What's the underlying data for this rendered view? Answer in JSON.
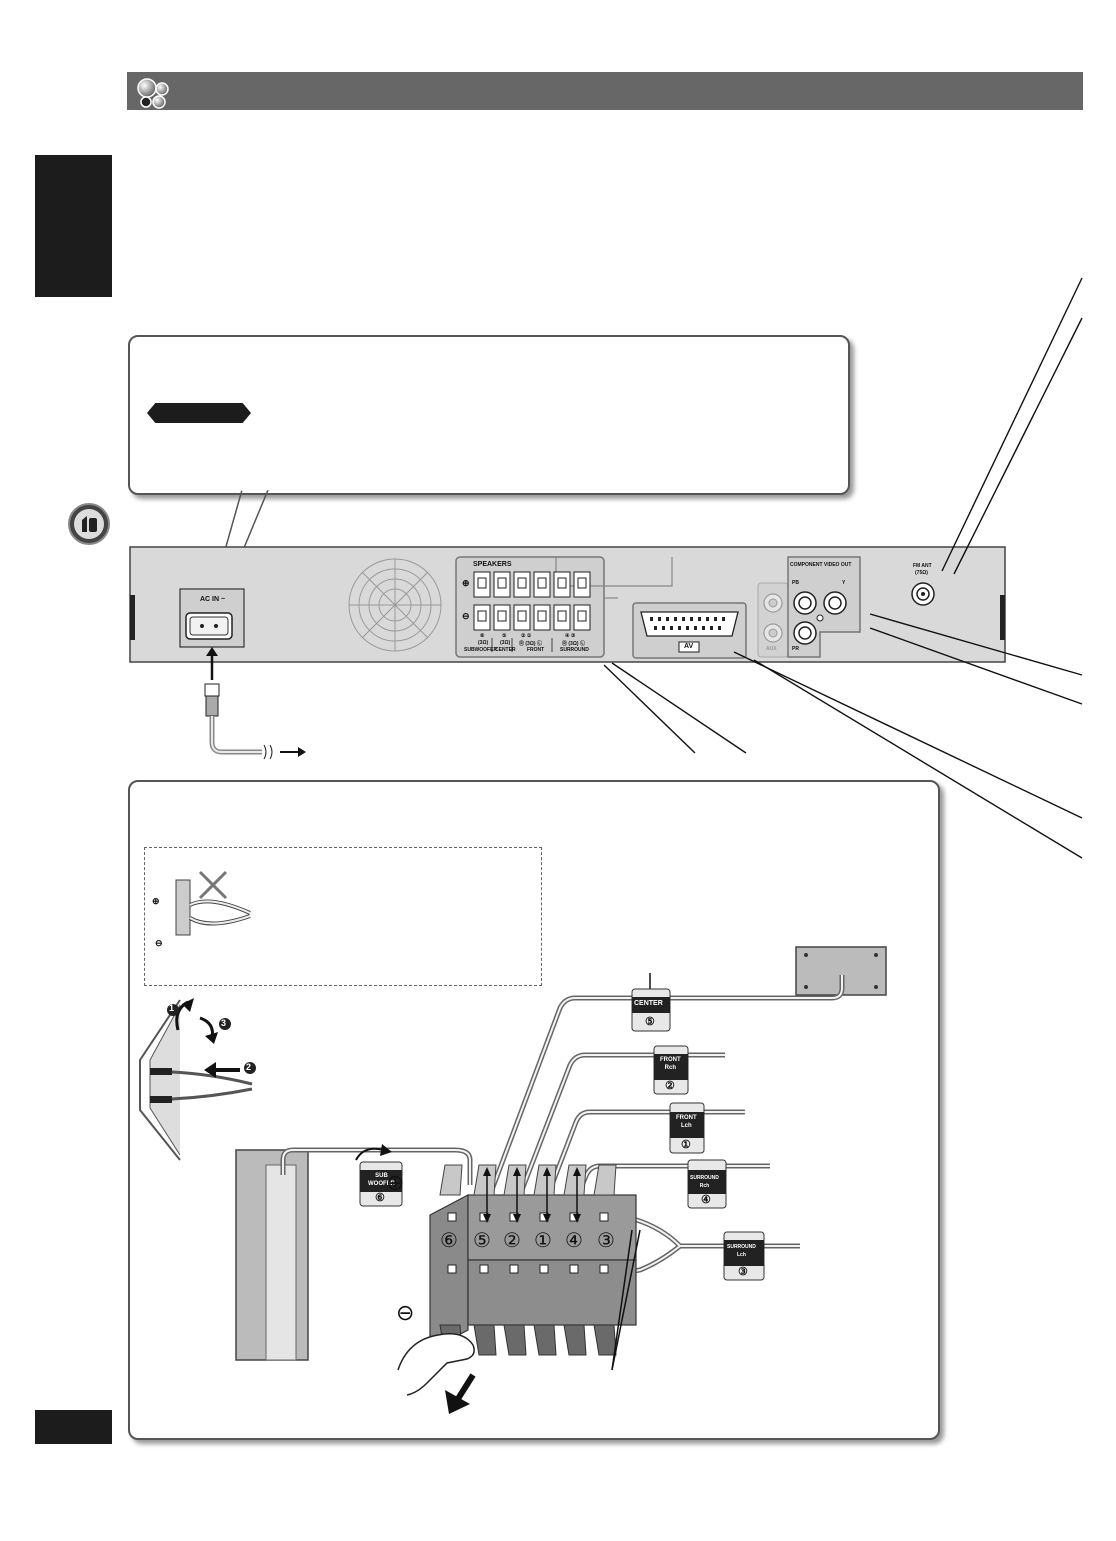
{
  "header": {
    "icon": "circles-logo-icon"
  },
  "rear_panel": {
    "ac_in": "AC IN ~",
    "speakers_title": "SPEAKERS",
    "plus_symbol": "⊕",
    "minus_symbol": "⊖",
    "channels": [
      {
        "num": "⑥",
        "ohm": "(3Ω)",
        "name": "SUBWOOFER"
      },
      {
        "num": "⑤",
        "ohm": "(3Ω)",
        "name": "CENTER"
      },
      {
        "num": "② ①",
        "ohm": "Ⓡ (3Ω) Ⓛ",
        "name": "FRONT"
      },
      {
        "num": "④ ③",
        "ohm": "Ⓡ (3Ω) Ⓛ",
        "name": "SURROUND"
      }
    ],
    "av_label": "AV",
    "aux_label": "AUX",
    "component_title": "COMPONENT VIDEO OUT",
    "pb_label": "PB",
    "y_label": "Y",
    "pr_label": "PR",
    "fm_ant": "FM ANT",
    "fm_ohm": "(75Ω)"
  },
  "speaker_diagram": {
    "tags": {
      "center": "CENTER",
      "center_num": "⑤",
      "front_r": "FRONT\nRch",
      "front_r_num": "②",
      "front_l": "FRONT\nLch",
      "front_l_num": "①",
      "surround_r": "SURROUND\nRch",
      "surround_r_num": "④",
      "sub": "SUB\nWOOFER",
      "sub_num": "⑥",
      "surround_l": "SURROUND\nLch",
      "surround_l_num": "③"
    },
    "terminal_numbers": [
      "⑥",
      "⑤",
      "②",
      "①",
      "④",
      "③"
    ],
    "plus": "⊕",
    "minus": "⊖",
    "step_numbers": [
      "1",
      "2",
      "3"
    ]
  },
  "colors": {
    "header_bar": "#676767",
    "panel_fill": "#d9d9d9",
    "black_tab": "#1c1c1c"
  }
}
